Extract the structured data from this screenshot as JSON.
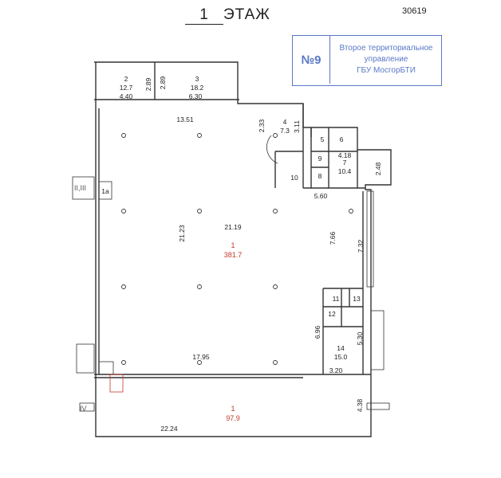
{
  "header": {
    "floor_number": "1",
    "floor_label": "ЭТАЖ",
    "doc_number": "30619"
  },
  "stamp": {
    "number": "№9",
    "line1": "Второе территориальное",
    "line2": "управление",
    "line3": "ГБУ МосгорБТИ"
  },
  "rooms": {
    "r1_main": {
      "num": "1",
      "area": "381.7"
    },
    "r1_south": {
      "num": "1",
      "area": "97.9"
    },
    "r1a": {
      "num": "1а"
    },
    "r2": {
      "num": "2",
      "area": "12.7"
    },
    "r3": {
      "num": "3",
      "area": "18.2"
    },
    "r4": {
      "num": "4",
      "area": "7.3"
    },
    "r5": {
      "num": "5"
    },
    "r6": {
      "num": "6"
    },
    "r7": {
      "num": "7",
      "area": "10.4"
    },
    "r8": {
      "num": "8"
    },
    "r9": {
      "num": "9"
    },
    "r10": {
      "num": "10"
    },
    "r11": {
      "num": "11"
    },
    "r12": {
      "num": "12"
    },
    "r13": {
      "num": "13"
    },
    "r14": {
      "num": "14",
      "area": "15.0"
    }
  },
  "dimensions": {
    "d_2_89a": "2.89",
    "d_2_89b": "2.89",
    "d_4_40": "4.40",
    "d_6_30": "6.30",
    "d_13_51": "13.51",
    "d_2_33": "2.33",
    "d_3_11": "3.11",
    "d_4_18": "4.18",
    "d_2_48": "2.48",
    "d_5_60": "5.60",
    "d_21_23": "21.23",
    "d_21_19": "21.19",
    "d_7_66": "7.66",
    "d_7_32": "7.32",
    "d_6_96": "6.96",
    "d_5_30": "5.30",
    "d_17_95": "17.95",
    "d_3_20": "3.20",
    "d_4_38": "4.38",
    "d_22_24": "22.24"
  },
  "markers": {
    "entrance_1": "II,III",
    "entrance_2": "IV"
  }
}
